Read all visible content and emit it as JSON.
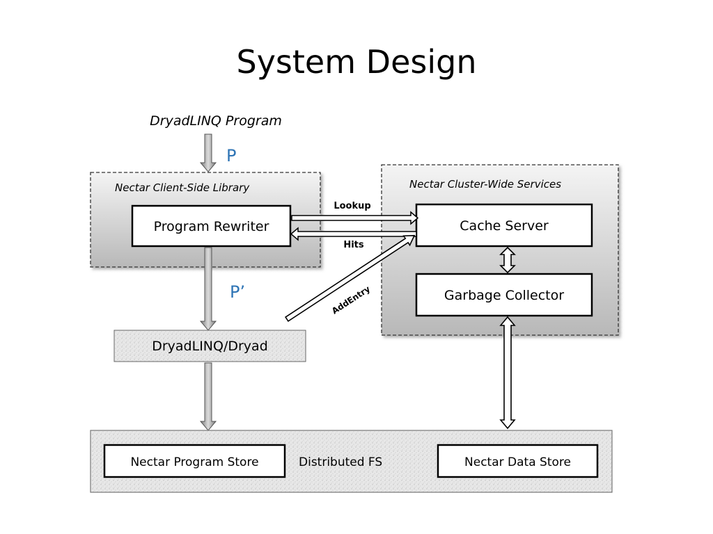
{
  "title": "System Design",
  "diagram": {
    "program_label": "DryadLINQ Program",
    "p_label": "P",
    "p_prime_label": "P’",
    "client_library": {
      "title": "Nectar Client-Side Library",
      "program_rewriter": "Program Rewriter"
    },
    "cluster_services": {
      "title": "Nectar Cluster-Wide Services",
      "cache_server": "Cache Server",
      "garbage_collector": "Garbage Collector"
    },
    "lookup_label": "Lookup",
    "hits_label": "Hits",
    "addentry_label": "AddEntry",
    "dryad": "DryadLINQ/Dryad",
    "storage": {
      "program_store": "Nectar Program Store",
      "distributed_fs": "Distributed FS",
      "data_store": "Nectar Data Store"
    }
  }
}
